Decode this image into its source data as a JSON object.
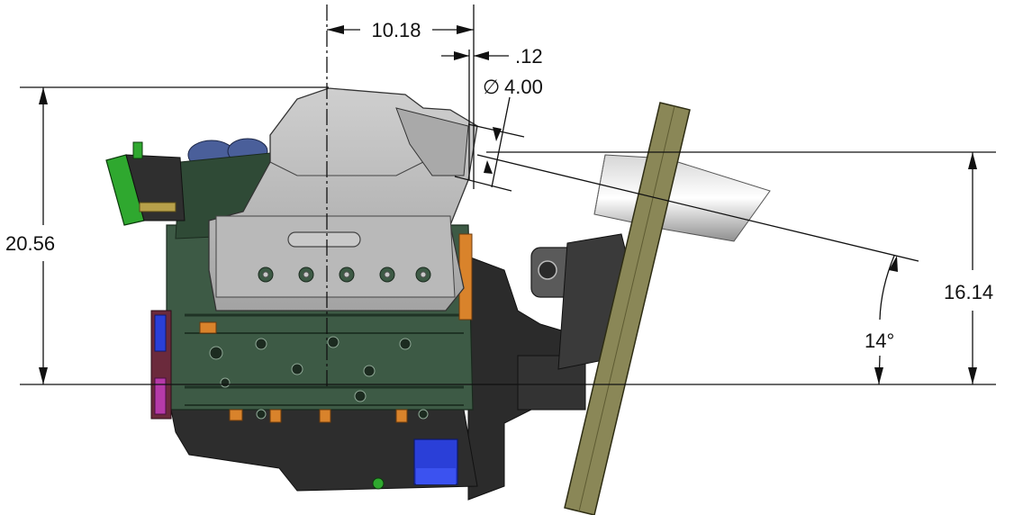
{
  "dimensions": {
    "top_offset": "10.18",
    "small_offset": ".12",
    "diameter_symbol": "∅",
    "diameter_value": "4.00",
    "overall_height": "20.56",
    "pipe_height": "16.14",
    "angle": "14°"
  },
  "colors": {
    "line": "#111111",
    "engine_block": "#3d5a45",
    "intake_cover": "#b7b7b7",
    "oil_pan": "#2d2d2d",
    "throttle": "#2fa82f",
    "plate": "#8a8757",
    "pipe": "#c9c9c9",
    "accent_orange": "#d9832b",
    "accent_blue": "#2a3fd8"
  }
}
